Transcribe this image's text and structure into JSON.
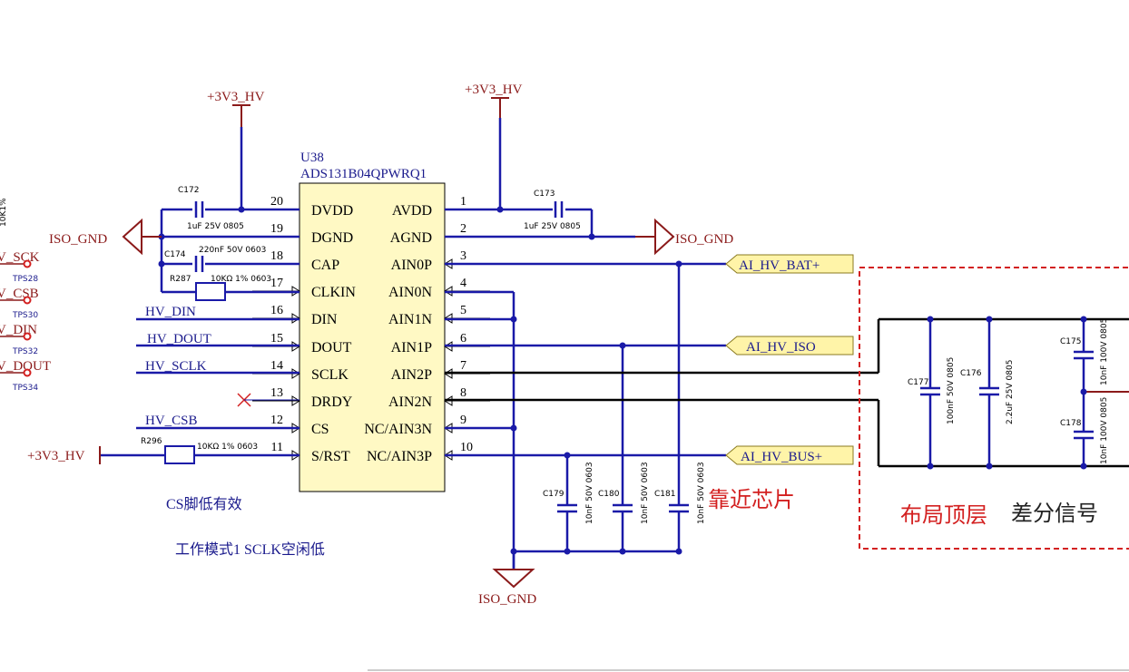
{
  "colors": {
    "wire": "#1a1aa8",
    "power": "#8b1a1a",
    "label_bg": "#fff4a8",
    "ic_fill": "#fff9c4",
    "note_red": "#d32020",
    "text_blue": "#1a1a8c",
    "black": "#000000"
  },
  "ic": {
    "ref": "U38",
    "part": "ADS131B04QPWRQ1",
    "left_pins": [
      {
        "num": "20",
        "name": "DVDD"
      },
      {
        "num": "19",
        "name": "DGND"
      },
      {
        "num": "18",
        "name": "CAP"
      },
      {
        "num": "17",
        "name": "CLKIN"
      },
      {
        "num": "16",
        "name": "DIN"
      },
      {
        "num": "15",
        "name": "DOUT"
      },
      {
        "num": "14",
        "name": "SCLK"
      },
      {
        "num": "13",
        "name": "DRDY"
      },
      {
        "num": "12",
        "name": "CS"
      },
      {
        "num": "11",
        "name": "S/RST"
      }
    ],
    "right_pins": [
      {
        "num": "1",
        "name": "AVDD"
      },
      {
        "num": "2",
        "name": "AGND"
      },
      {
        "num": "3",
        "name": "AIN0P"
      },
      {
        "num": "4",
        "name": "AIN0N"
      },
      {
        "num": "5",
        "name": "AIN1N"
      },
      {
        "num": "6",
        "name": "AIN1P"
      },
      {
        "num": "7",
        "name": "AIN2P"
      },
      {
        "num": "8",
        "name": "AIN2N"
      },
      {
        "num": "9",
        "name": "NC/AIN3N"
      },
      {
        "num": "10",
        "name": "NC/AIN3P"
      }
    ]
  },
  "power": {
    "vcc_left": "+3V3_HV",
    "vcc_right": "+3V3_HV",
    "vcc_rst": "+3V3_HV",
    "gnd_left": "ISO_GND",
    "gnd_right": "ISO_GND",
    "gnd_bottom": "ISO_GND"
  },
  "net_labels": {
    "bat": "AI_HV_BAT+",
    "iso": "AI_HV_ISO",
    "bus": "AI_HV_BUS+",
    "din": "HV_DIN",
    "dout": "HV_DOUT",
    "sclk": "HV_SCLK",
    "csb": "HV_CSB"
  },
  "left_edge": {
    "items": [
      {
        "label": "V_SCK",
        "tp": "TPS28"
      },
      {
        "label": "V_CSB",
        "tp": "TPS30"
      },
      {
        "label": "V_DIN",
        "tp": "TPS32"
      },
      {
        "label": "V_DOUT",
        "tp": "TPS34"
      }
    ],
    "cut_text": "10K1%"
  },
  "components": {
    "c172": {
      "ref": "C172",
      "value": "1uF  25V 0805"
    },
    "c173": {
      "ref": "C173",
      "value": "1uF  25V 0805"
    },
    "c174": {
      "ref": "C174",
      "value": "220nF 50V 0603"
    },
    "r287": {
      "ref": "R287",
      "value": "10KΩ 1% 0603"
    },
    "r296": {
      "ref": "R296",
      "value": "10KΩ 1% 0603"
    },
    "c179": {
      "ref": "C179",
      "value": "10nF 50V 0603"
    },
    "c180": {
      "ref": "C180",
      "value": "10nF 50V 0603"
    },
    "c181": {
      "ref": "C181",
      "value": "10nF 50V 0603"
    },
    "c177": {
      "ref": "C177",
      "value": "100nF 50V 0805"
    },
    "c176": {
      "ref": "C176",
      "value": "2.2uF 25V 0805"
    },
    "c175": {
      "ref": "C175",
      "value": "10nF 100V 0805"
    },
    "c178": {
      "ref": "C178",
      "value": "10nF 100V 0805"
    }
  },
  "notes": {
    "cs_low": "CS脚低有效",
    "mode": "工作模式1 SCLK空闲低",
    "near_chip": "靠近芯片",
    "layout_top": "布局顶层",
    "diff_signal": "差分信号"
  }
}
